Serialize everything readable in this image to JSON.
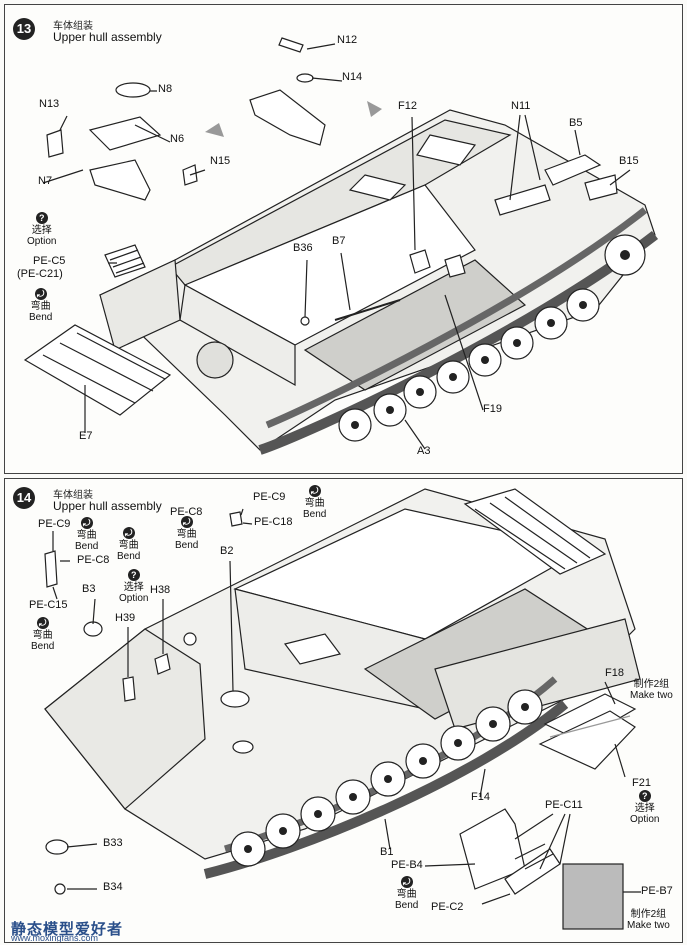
{
  "step13": {
    "number": "13",
    "title_zh": "车体组装",
    "title_en": "Upper hull assembly",
    "labels": [
      "N12",
      "N14",
      "N8",
      "N13",
      "N6",
      "N15",
      "N7",
      "F12",
      "N11",
      "B5",
      "B15",
      "B36",
      "B7",
      "PE-C5",
      "(PE-C21)",
      "E7",
      "F19",
      "A3"
    ],
    "notes": [
      {
        "icon": "?",
        "zh": "选择",
        "en": "Option"
      },
      {
        "icon": "⤾",
        "zh": "弯曲",
        "en": "Bend"
      }
    ]
  },
  "step14": {
    "number": "14",
    "title_zh": "车体组装",
    "title_en": "Upper hull assembly",
    "labels": [
      "PE-C9",
      "PE-C8",
      "PE-C18",
      "PE-C9",
      "PE-C8",
      "B2",
      "PE-C15",
      "B3",
      "H38",
      "H39",
      "F18",
      "F21",
      "F14",
      "PE-C11",
      "B33",
      "B1",
      "PE-B4",
      "B34",
      "PE-C2",
      "PE-B7"
    ],
    "notes": [
      {
        "icon": "⤾",
        "zh": "弯曲",
        "en": "Bend"
      },
      {
        "icon": "⤾",
        "zh": "弯曲",
        "en": "Bend"
      },
      {
        "icon": "⤾",
        "zh": "弯曲",
        "en": "Bend"
      },
      {
        "icon": "?",
        "zh": "选择",
        "en": "Option"
      },
      {
        "icon": "⤾",
        "zh": "弯曲",
        "en": "Bend"
      },
      {
        "icon": "⤾",
        "zh": "弯曲",
        "en": "Bend"
      },
      {
        "icon": "?",
        "zh": "选择",
        "en": "Option"
      },
      {
        "icon": "⤾",
        "zh": "弯曲",
        "en": "Bend"
      }
    ],
    "make_two": [
      {
        "zh": "制作2组",
        "en": "Make two"
      },
      {
        "zh": "制作2组",
        "en": "Make two"
      }
    ]
  },
  "watermark": {
    "zh": "静态模型爱好者",
    "url": "www.moxingfans.com"
  }
}
